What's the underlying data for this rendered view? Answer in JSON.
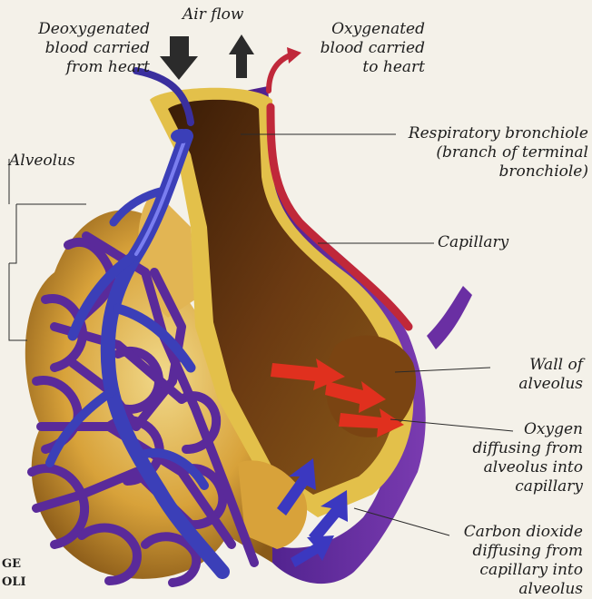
{
  "labels": {
    "air_flow": "Air flow",
    "deoxygenated": [
      "Deoxygenated",
      "blood carried",
      "from heart"
    ],
    "oxygenated": [
      "Oxygenated",
      "blood carried",
      "to heart"
    ],
    "respiratory_bronchiole": [
      "Respiratory bronchiole",
      "(branch of terminal",
      "bronchiole)"
    ],
    "alveolus": "Alveolus",
    "capillary": "Capillary",
    "wall_of_alveolus": [
      "Wall of",
      "alveolus"
    ],
    "oxygen": [
      "Oxygen",
      "diffusing from",
      "alveolus into",
      "capillary"
    ],
    "carbon_dioxide": [
      "Carbon dioxide",
      "diffusing from",
      "capillary into",
      "alveolus"
    ]
  },
  "cut_text": [
    "GE",
    "OLI"
  ],
  "colors": {
    "background": "#f4f1e9",
    "deoxygenated_vessel": "#3b3fb8",
    "oxygenated_vessel": "#c0283a",
    "capillary_network": "#5a2a9a",
    "alveolar_tissue": "#d8a23a",
    "alveolar_interior": "#5a3010",
    "oxygen_arrow": "#e0301e",
    "co2_arrow": "#3b38c0"
  }
}
